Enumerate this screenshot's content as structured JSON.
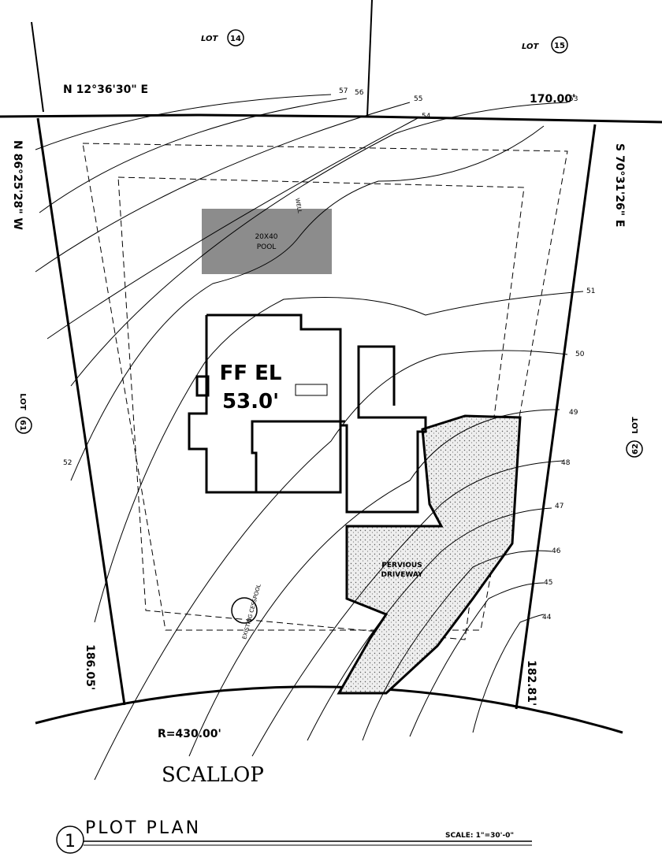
{
  "lots": {
    "lot14": "LOT",
    "lot14_num": "14",
    "lot15": "LOT",
    "lot15_num": "15",
    "lot61": "LOT",
    "lot61_num": "61",
    "lot62": "LOT",
    "lot62_num": "62"
  },
  "bearings": {
    "north": "N 12°36'30\" E",
    "west": "N 86°25'28\" W",
    "east": "S 70°31'26\" E"
  },
  "distances": {
    "north": "170.00'",
    "west": "186.05'",
    "east": "182.81'",
    "radius": "R=430.00'"
  },
  "street": "SCALLOP",
  "pool": {
    "label1": "20X40",
    "label2": "POOL"
  },
  "house": {
    "ff_label1": "FF EL",
    "ff_label2": "53.0'"
  },
  "driveway": {
    "label1": "PERVIOUS",
    "label2": "DRIVEWAY"
  },
  "cesspool": "EXISTING CESSPOOL",
  "well": "WELL",
  "contours": [
    "57",
    "56",
    "55",
    "54",
    "53",
    "52",
    "51",
    "50",
    "49",
    "48",
    "47",
    "46",
    "45",
    "44"
  ],
  "title": {
    "number": "1",
    "text": "PLOT PLAN",
    "scale": "SCALE: 1\"=30'-0\""
  },
  "colors": {
    "ink": "#000000",
    "pool_fill": "#8c8c8c",
    "stipple": "#d9d9d9"
  }
}
